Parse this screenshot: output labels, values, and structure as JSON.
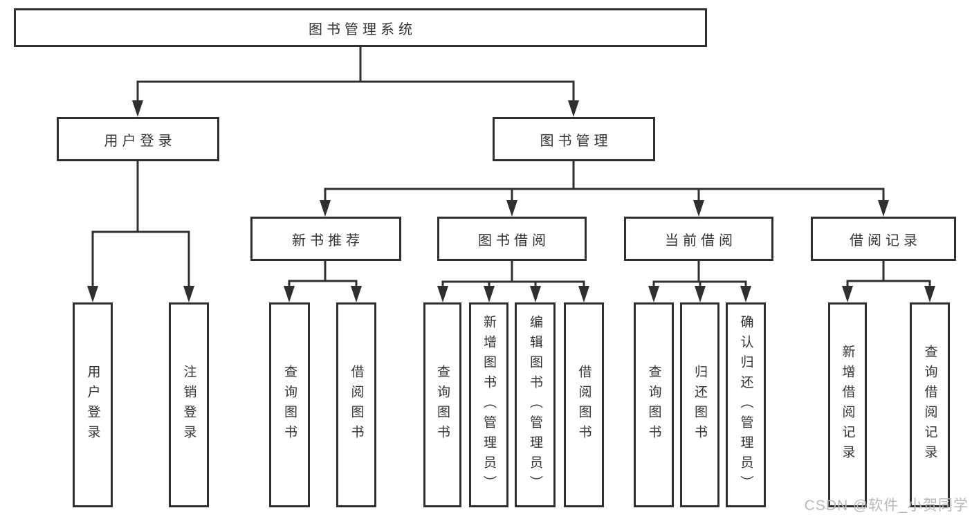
{
  "colors": {
    "line": "#2f2f2f",
    "text": "#333333",
    "node-bg": "#ffffff",
    "watermark": "#b9b9b9",
    "background": "#ffffff"
  },
  "watermark": {
    "text": "CSDN @软件_小贺同学"
  },
  "tree": {
    "label": "图书管理系统",
    "children": [
      {
        "label": "用户登录",
        "children": [
          {
            "label": "用户登录"
          },
          {
            "label": "注销登录"
          }
        ]
      },
      {
        "label": "图书管理",
        "children": [
          {
            "label": "新书推荐",
            "children": [
              {
                "label": "查询图书"
              },
              {
                "label": "借阅图书"
              }
            ]
          },
          {
            "label": "图书借阅",
            "children": [
              {
                "label": "查询图书"
              },
              {
                "label": "新增图书（管理员）"
              },
              {
                "label": "编辑图书（管理员）"
              },
              {
                "label": "借阅图书"
              }
            ]
          },
          {
            "label": "当前借阅",
            "children": [
              {
                "label": "查询图书"
              },
              {
                "label": "归还图书"
              },
              {
                "label": "确认归还（管理员）"
              }
            ]
          },
          {
            "label": "借阅记录",
            "children": [
              {
                "label": "新增借阅记录"
              },
              {
                "label": "查询借阅记录"
              }
            ]
          }
        ]
      }
    ]
  }
}
